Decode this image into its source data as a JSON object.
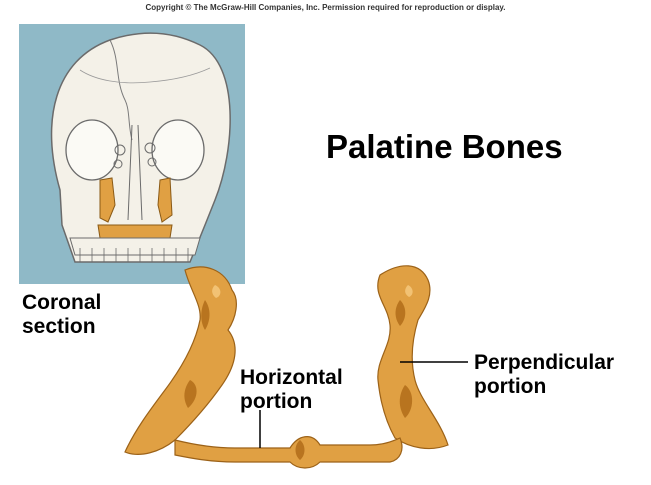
{
  "copyright": "Copyright © The McGraw-Hill Companies, Inc. Permission required for reproduction or display.",
  "title": "Palatine Bones",
  "labels": {
    "coronal": {
      "line1": "Coronal",
      "line2": "section"
    },
    "horizontal": {
      "line1": "Horizontal",
      "line2": "portion"
    },
    "perpendicular": {
      "line1": "Perpendicular",
      "line2": "portion"
    }
  },
  "colors": {
    "panel_background": "#8fb9c7",
    "skull": "#f4f1e8",
    "bone": "#e0a043",
    "bone_shade": "#b8741f",
    "bone_highlight": "#f2c274"
  }
}
